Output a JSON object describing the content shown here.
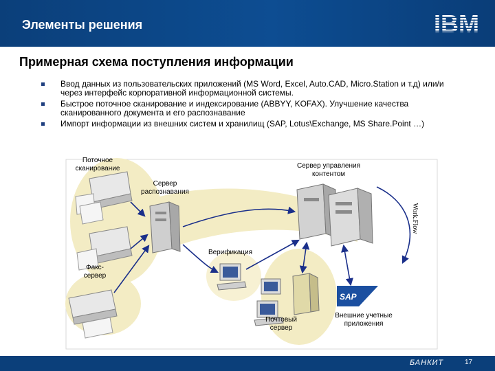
{
  "header": {
    "title": "Элементы решения",
    "logo_text": "IBM"
  },
  "subtitle": "Примерная схема поступления информации",
  "bullets": [
    "Ввод данных из пользовательских приложений (MS Word, Excel, Auto.CAD, Micro.Station и т.д) или/и через интерфейс корпоративной информационной системы.",
    "Быстрое поточное сканирование и индексирование (ABBYY, KOFAX). Улучшение качества сканированного документа и его распознавание",
    "Импорт информации из внешних систем и хранилищ (SAP, Lotus\\Exchange, MS Share.Point …)"
  ],
  "diagram": {
    "labels": {
      "streaming_scan": "Поточное сканирование",
      "content_server": "Сервер управления контентом",
      "recognition_server": "Сервер распознавания",
      "workflow": "Work.Flow",
      "verification": "Верификация",
      "fax_server": "Факс- сервер",
      "mail_server": "Почтовый сервер",
      "external_apps": "Внешние учетные приложения",
      "sap": "SAP"
    }
  },
  "footer": {
    "brand": "БАНКИТ",
    "page": "17"
  },
  "colors": {
    "header_bg": "#0b3f7a",
    "accent": "#0d4d92",
    "highlight": "#f3ecc4",
    "arrow": "#1a2f8a"
  }
}
